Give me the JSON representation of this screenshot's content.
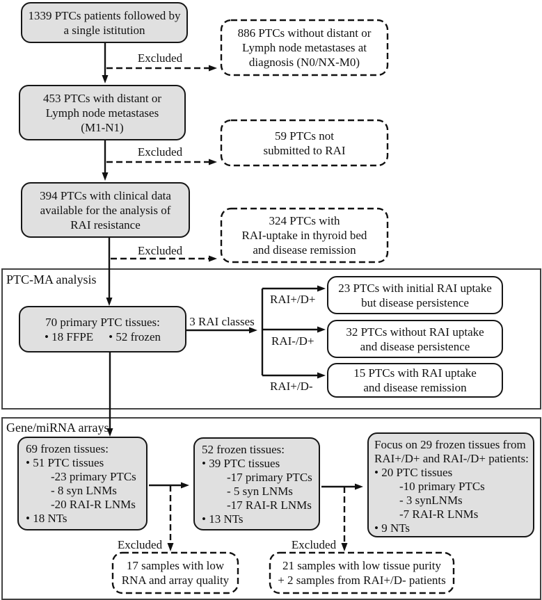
{
  "palette": {
    "box_fill": "#e0e0e0",
    "box_border": "#161616",
    "section_border": "#414141",
    "arrow_color": "#111111",
    "text_color": "#111111",
    "white_fill": "#ffffff"
  },
  "top_flow": {
    "box1": {
      "lines": [
        "1339 PTCs patients followed by",
        "a single istitution"
      ]
    },
    "excluded1": "Excluded",
    "side1": {
      "lines": [
        "886 PTCs without distant or",
        "Lymph node metastases at",
        "diagnosis (N0/NX-M0)"
      ]
    },
    "box2": {
      "lines": [
        "453 PTCs with distant or",
        "Lymph node metastases",
        "(M1-N1)"
      ]
    },
    "excluded2": "Excluded",
    "side2": {
      "lines": [
        "59 PTCs not",
        "submitted to RAI"
      ]
    },
    "box3": {
      "lines": [
        "394 PTCs with clinical data",
        "available for the analysis of",
        "RAI resistance"
      ]
    },
    "excluded3": "Excluded",
    "side3": {
      "lines": [
        "324 PTCs with",
        "RAI-uptake in thyroid bed",
        "and disease remission"
      ]
    }
  },
  "ptc_ma": {
    "label": "PTC-MA analysis",
    "primary_box": {
      "line1": "70 primary PTC tissues:",
      "bullet_left": "• 18 FFPE",
      "bullet_right": "• 52 frozen"
    },
    "classes_arrow_label": "3 RAI classes",
    "classes": [
      {
        "label": "RAI+/D+",
        "lines": [
          "23 PTCs with initial RAI uptake",
          "but disease persistence"
        ]
      },
      {
        "label": "RAI-/D+",
        "lines": [
          "32 PTCs without RAI uptake",
          "and disease persistence"
        ]
      },
      {
        "label": "RAI+/D-",
        "lines": [
          "15 PTCs with RAI uptake",
          "and disease remission"
        ]
      }
    ]
  },
  "gene_arrays": {
    "label": "Gene/miRNA arrays",
    "box69": {
      "lines": [
        "69 frozen tissues:",
        "• 51 PTC tissues",
        "-23 primary PTCs",
        "- 8 syn LNMs",
        "-20 RAI-R LNMs",
        "• 18 NTs"
      ]
    },
    "box52": {
      "lines": [
        "52 frozen tissues:",
        "• 39 PTC tissues",
        "-17 primary PTCs",
        "- 5 syn LNMs",
        "-17 RAI-R LNMs",
        "• 13 NTs"
      ]
    },
    "focus_box": {
      "lines": [
        "Focus on 29 frozen tissues from",
        "RAI+/D+ and RAI-/D+ patients:",
        "• 20 PTC tissues",
        "-10 primary PTCs",
        "- 3 synLNMs",
        "-7 RAI-R LNMs",
        "• 9 NTs"
      ]
    },
    "excluded_left": "Excluded",
    "excluded_right": "Excluded",
    "excl_box_left": {
      "lines": [
        "17 samples with low",
        "RNA and array quality"
      ]
    },
    "excl_box_right": {
      "lines": [
        "21 samples with low tissue purity",
        "+ 2 samples from RAI+/D- patients"
      ]
    }
  }
}
